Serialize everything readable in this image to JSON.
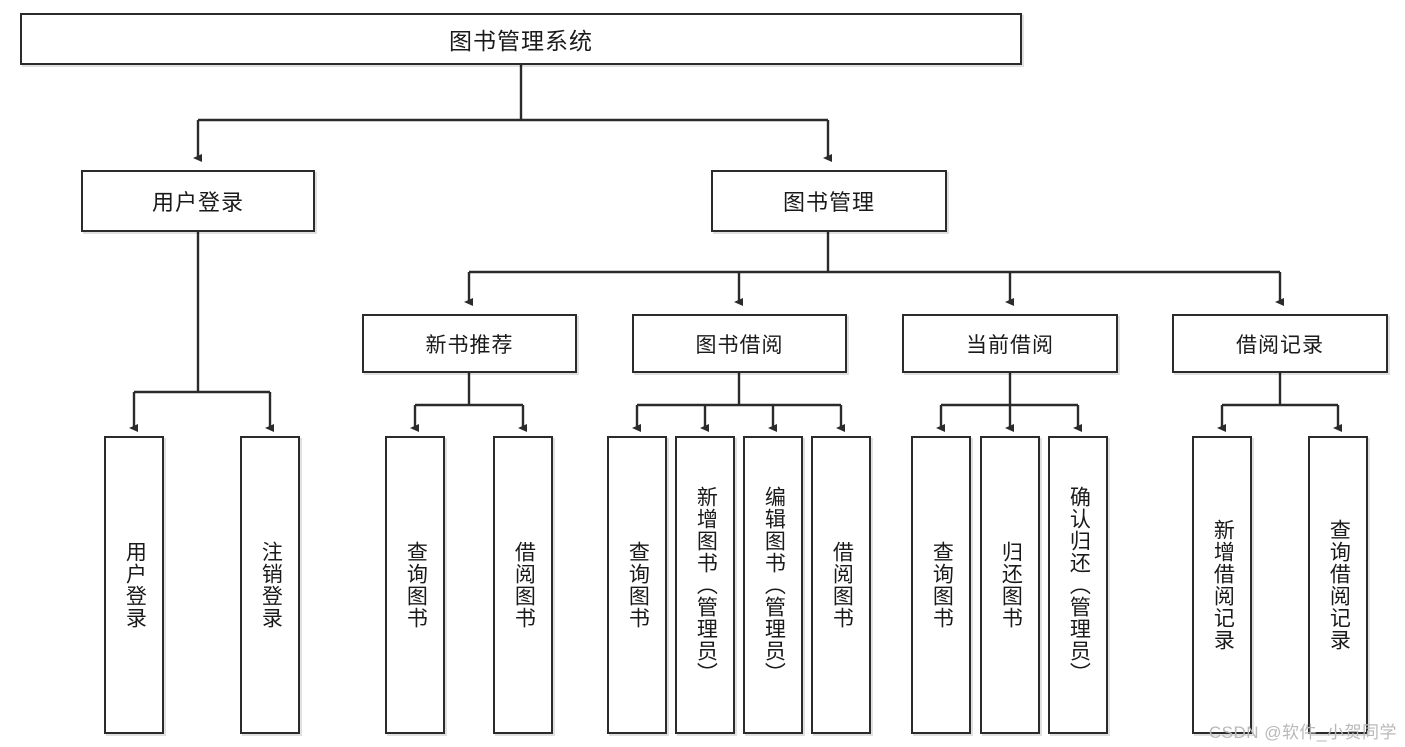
{
  "diagram": {
    "title": "图书管理系统",
    "type": "tree",
    "watermark": "CSDN @软件_小贺同学",
    "colors": {
      "box_border": "#2b2b2b",
      "box_fill": "#ffffff",
      "connector": "#2b2b2b",
      "text": "#1a1a1a",
      "watermark": "#b9b9b9"
    },
    "root": {
      "label": "图书管理系统"
    },
    "level1": [
      {
        "label": "用户登录"
      },
      {
        "label": "图书管理"
      }
    ],
    "level2": [
      {
        "label": "新书推荐"
      },
      {
        "label": "图书借阅"
      },
      {
        "label": "当前借阅"
      },
      {
        "label": "借阅记录"
      }
    ],
    "leaves": {
      "user_login": [
        {
          "label": "用户登录"
        },
        {
          "label": "注销登录"
        }
      ],
      "new_book_recommend": [
        {
          "label": "查询图书"
        },
        {
          "label": "借阅图书"
        }
      ],
      "book_borrow": [
        {
          "label": "查询图书"
        },
        {
          "label": "新增图书（管理员）"
        },
        {
          "label": "编辑图书（管理员）"
        },
        {
          "label": "借阅图书"
        }
      ],
      "current_borrow": [
        {
          "label": "查询图书"
        },
        {
          "label": "归还图书"
        },
        {
          "label": "确认归还（管理员）"
        }
      ],
      "borrow_records": [
        {
          "label": "新增借阅记录"
        },
        {
          "label": "查询借阅记录"
        }
      ]
    }
  }
}
